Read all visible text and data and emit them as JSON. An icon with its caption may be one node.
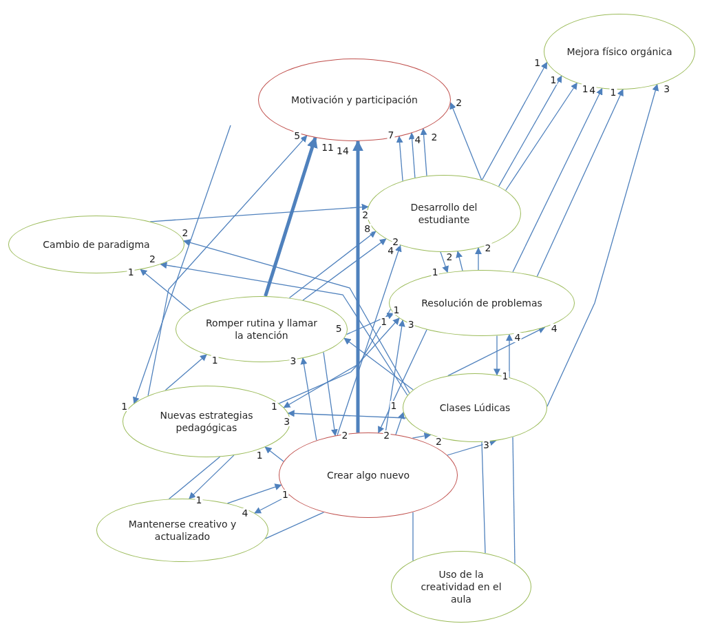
{
  "diagram": {
    "nodes": [
      {
        "text": [
          "Mejora físico orgánica"
        ]
      },
      {
        "text": [
          "Motivación y participación"
        ]
      },
      {
        "text": [
          "Desarrollo del estudiante"
        ]
      },
      {
        "text": [
          "Cambio de paradigma"
        ]
      },
      {
        "text": [
          "Resolución de problemas"
        ]
      },
      {
        "text": [
          "Romper rutina y llamar la atención"
        ]
      },
      {
        "text": [
          "Clases Lúdicas"
        ]
      },
      {
        "text": [
          "Nuevas estrategias pedagógicas"
        ]
      },
      {
        "text": [
          "Crear algo nuevo"
        ]
      },
      {
        "text": [
          "Mantenerse creativo y actualizado"
        ]
      },
      {
        "text": [
          "Uso de la creatividad en el aula"
        ]
      }
    ],
    "edges": [
      {
        "from": 2,
        "to": 0,
        "arrow": "to",
        "label": "1"
      },
      {
        "from": 2,
        "to": 0,
        "arrow": "to",
        "label": "1"
      },
      {
        "from": 2,
        "to": 0,
        "arrow": "to",
        "label": "1"
      },
      {
        "from": 4,
        "to": 0,
        "arrow": "to",
        "label": "4"
      },
      {
        "from": 4,
        "to": 0,
        "arrow": "to",
        "label": "1"
      },
      {
        "from": 6,
        "to": 0,
        "arrow": "to",
        "label": "3"
      },
      {
        "from": 7,
        "to": 1,
        "arrow": "to",
        "label": "5"
      },
      {
        "from": 5,
        "to": 1,
        "arrow": "to",
        "label": "11",
        "style": "thick"
      },
      {
        "from": 8,
        "to": 1,
        "arrow": "to",
        "label": "14",
        "style": "thick"
      },
      {
        "from": 2,
        "to": 1,
        "arrow": "to",
        "label": "7"
      },
      {
        "from": 2,
        "to": 1,
        "arrow": "to",
        "label": "2"
      },
      {
        "from": 2,
        "to": 1,
        "arrow": "to",
        "label": "4"
      },
      {
        "from": 2,
        "to": 1,
        "arrow": "to",
        "label": "2"
      },
      {
        "from": null,
        "to": 7,
        "arrow": "to",
        "label": "1"
      },
      {
        "from": 3,
        "to": 2,
        "arrow": "to",
        "label": "2"
      },
      {
        "from": 6,
        "to": 3,
        "arrow": "to",
        "label": "2"
      },
      {
        "from": 6,
        "to": 3,
        "arrow": "to",
        "label": "2"
      },
      {
        "from": 5,
        "to": 3,
        "arrow": "to",
        "label": "1"
      },
      {
        "from": 5,
        "to": 2,
        "arrow": "to",
        "label": "8"
      },
      {
        "from": 5,
        "to": 2,
        "arrow": "to",
        "label": "2"
      },
      {
        "from": 8,
        "to": 2,
        "arrow": "to",
        "label": "4"
      },
      {
        "from": 4,
        "to": 2,
        "arrow": "to",
        "label": "2"
      },
      {
        "from": 4,
        "to": 2,
        "arrow": "to",
        "label": "2"
      },
      {
        "from": 2,
        "to": 4,
        "arrow": "to",
        "label": "1"
      },
      {
        "from": 7,
        "to": 4,
        "arrow": "to",
        "label": "1"
      },
      {
        "from": 5,
        "to": 4,
        "arrow": "to",
        "label": "1"
      },
      {
        "from": 8,
        "to": 4,
        "arrow": "to",
        "label": "3"
      },
      {
        "from": 6,
        "to": 4,
        "arrow": "to",
        "label": "4"
      },
      {
        "from": 4,
        "to": 6,
        "arrow": "to",
        "label": "1"
      },
      {
        "from": 6,
        "to": 4,
        "arrow": "to",
        "label": "4"
      },
      {
        "from": 6,
        "to": 5,
        "arrow": "to",
        "label": "5"
      },
      {
        "from": 7,
        "to": 5,
        "arrow": "to",
        "label": "1"
      },
      {
        "from": 8,
        "to": 5,
        "arrow": "to",
        "label": "3"
      },
      {
        "from": 4,
        "to": 7,
        "arrow": "to",
        "label": "1"
      },
      {
        "from": 6,
        "to": 7,
        "arrow": "to",
        "label": "3"
      },
      {
        "from": 8,
        "to": 7,
        "arrow": "to",
        "label": "1"
      },
      {
        "from": 5,
        "to": 8,
        "arrow": "to",
        "label": "2"
      },
      {
        "from": 4,
        "to": 8,
        "arrow": "to",
        "label": "2"
      },
      {
        "from": 8,
        "to": 6,
        "arrow": "to",
        "label": "1"
      },
      {
        "from": 8,
        "to": 6,
        "arrow": "to",
        "label": "2"
      },
      {
        "from": 8,
        "to": 6,
        "arrow": "to",
        "label": "3"
      },
      {
        "from": 7,
        "to": 9,
        "arrow": "to",
        "label": "1"
      },
      {
        "from": 9,
        "to": 8,
        "arrow": "to",
        "label": "1"
      },
      {
        "from": 8,
        "to": 9,
        "arrow": "to",
        "label": "4"
      },
      {
        "from": 9,
        "to": 8,
        "arrow": "none"
      },
      {
        "from": 9,
        "to": 7,
        "arrow": "none"
      },
      {
        "from": 10,
        "to": 8,
        "arrow": "none"
      },
      {
        "from": 10,
        "to": 6,
        "arrow": "none"
      },
      {
        "from": 10,
        "to": 6,
        "arrow": "none"
      }
    ]
  }
}
